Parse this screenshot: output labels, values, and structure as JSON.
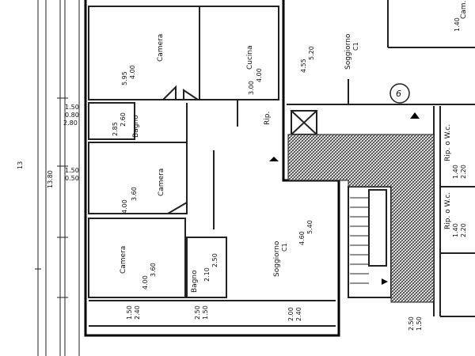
{
  "plan": {
    "rooms": [
      {
        "name": "Camera",
        "dims": [
          "5.95",
          "4.00"
        ]
      },
      {
        "name": "Cucina",
        "dims": [
          "3.00",
          "4.00"
        ]
      },
      {
        "name": "Soggiorno",
        "sub": "C1",
        "dims": [
          "4.55",
          "5.20"
        ]
      },
      {
        "name": "Camera",
        "sub": "",
        "dims": [
          "4.00",
          "3.60"
        ]
      },
      {
        "name": "Camera",
        "dims": [
          "4.00",
          "3.60"
        ]
      },
      {
        "name": "Bagno",
        "sub": "",
        "dims": [
          "2.85",
          "2.60"
        ]
      },
      {
        "name": "Bagno",
        "dims": [
          "2.10",
          "2.50"
        ]
      },
      {
        "name": "Soggiorno",
        "sub": "C1",
        "dims": [
          "4.60",
          "5.40"
        ]
      },
      {
        "name": "Rip.",
        "dims": []
      },
      {
        "name": "Rip. o W.c.",
        "dims": [
          "1.40",
          "2.20"
        ]
      },
      {
        "name": "Rip. o W.c.",
        "dims": [
          "1.40",
          "2.20"
        ]
      },
      {
        "name": "Cam.",
        "dims": [
          "1.40"
        ]
      }
    ],
    "wall_notes": [
      "0.80",
      "1.50",
      "0.50",
      "1.50",
      "13.80",
      "1.50",
      "2.40",
      "2.50",
      "1.50",
      "2.00",
      "2.40",
      "2.50",
      "1.50",
      "2.80"
    ],
    "marker": "6",
    "edge_mark": "13"
  }
}
